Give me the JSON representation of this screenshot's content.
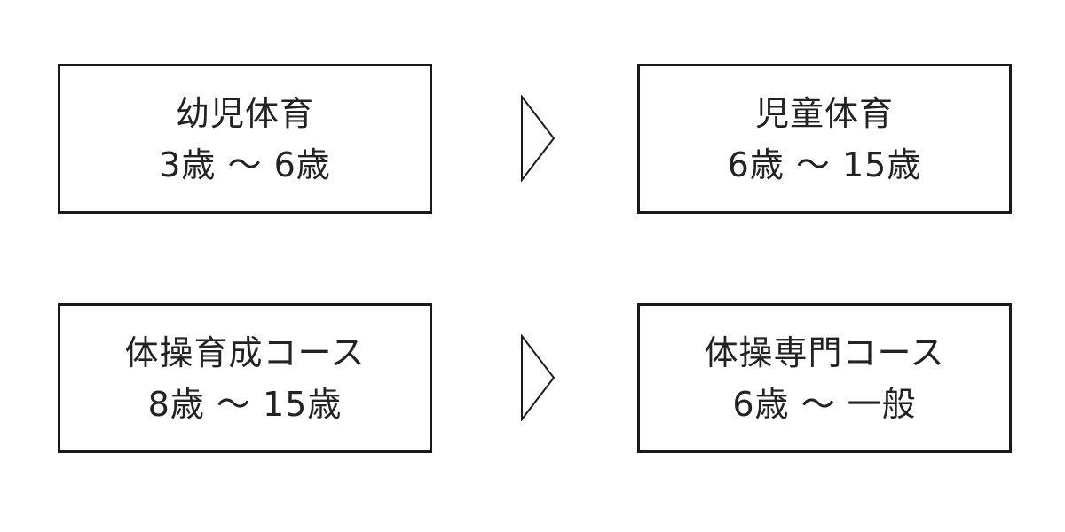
{
  "rows": [
    {
      "from": {
        "title": "幼児体育",
        "ages": "3歳 〜 6歳"
      },
      "to": {
        "title": "児童体育",
        "ages": "6歳 〜 15歳"
      }
    },
    {
      "from": {
        "title": "体操育成コース",
        "ages": "8歳 〜 15歳"
      },
      "to": {
        "title": "体操専門コース",
        "ages": "6歳 〜 一般"
      }
    }
  ],
  "arrow_icon": "chevron-right-outline-icon",
  "colors": {
    "border": "#1a1a1a",
    "text": "#222222",
    "background": "#ffffff"
  }
}
